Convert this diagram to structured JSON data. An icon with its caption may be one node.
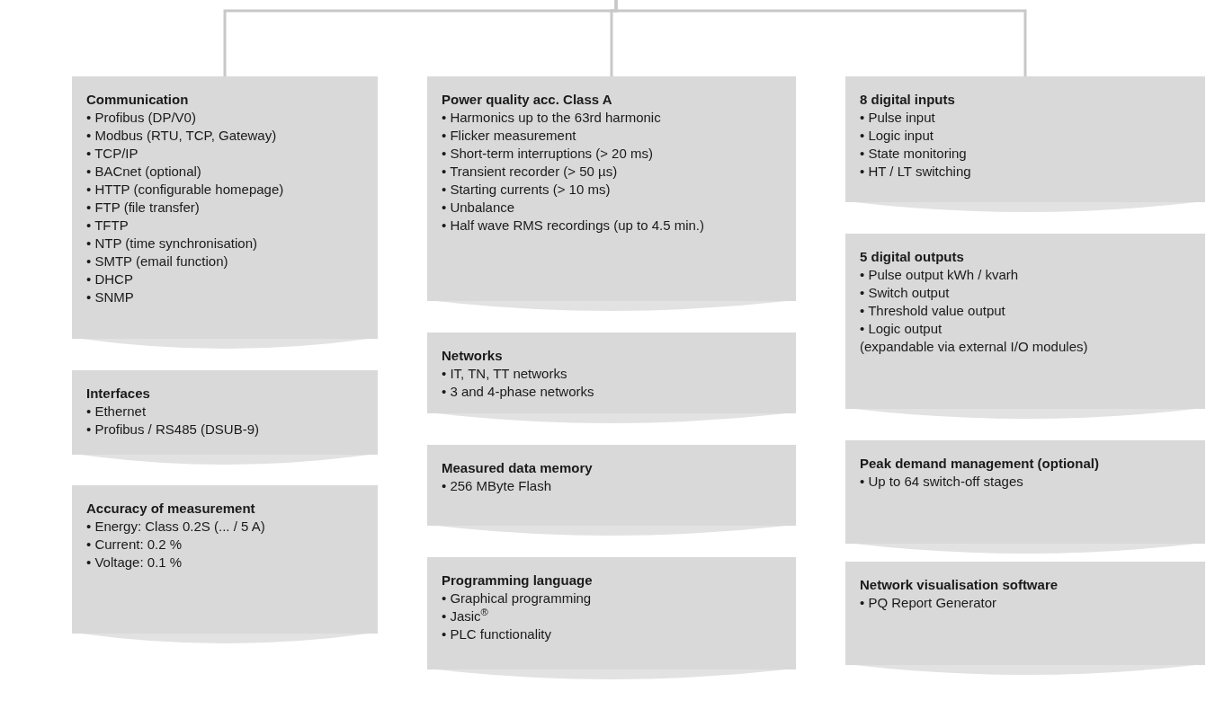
{
  "diagram": {
    "nodes": [
      {
        "text": [
          "Communication",
          "• Profibus (DP/V0)",
          "• Modbus (RTU, TCP, Gateway)",
          "• TCP/IP",
          "• BACnet (optional)",
          "• HTTP (configurable homepage)",
          "• FTP (file transfer)",
          "• TFTP",
          "• NTP (time synchronisation)",
          "• SMTP (email function)",
          "• DHCP",
          "• SNMP"
        ]
      },
      {
        "text": [
          "Interfaces",
          "• Ethernet",
          "• Profibus / RS485 (DSUB-9)"
        ]
      },
      {
        "text": [
          "Accuracy of measurement",
          "• Energy: Class 0.2S (... / 5 A)",
          "• Current: 0.2 %",
          "• Voltage: 0.1 %"
        ]
      },
      {
        "text": [
          "Power quality acc. Class A",
          "• Harmonics up to the 63rd harmonic",
          "• Flicker measurement",
          "• Short-term interruptions (> 20 ms)",
          "• Transient recorder (> 50 µs)",
          "• Starting currents (> 10 ms)",
          "• Unbalance",
          "• Half wave RMS recordings (up to 4.5 min.)"
        ]
      },
      {
        "text": [
          "Networks",
          "• IT, TN, TT networks",
          "• 3 and 4-phase networks"
        ]
      },
      {
        "text": [
          "Measured data memory",
          "• 256 MByte Flash"
        ]
      },
      {
        "text": [
          "Programming language",
          "• Graphical programming",
          "• Jasic$^{®}$",
          "• PLC functionality"
        ]
      },
      {
        "text": [
          "8 digital inputs",
          "• Pulse input",
          "• Logic input",
          "• State monitoring",
          "• HT / LT switching"
        ]
      },
      {
        "text": [
          "5 digital outputs",
          "• Pulse output kWh / kvarh",
          "• Switch output",
          "• Threshold value output",
          "• Logic output",
          "(expandable via external I/O modules)"
        ]
      },
      {
        "text": [
          "Peak demand management (optional)",
          "• Up to 64 switch-off stages"
        ]
      },
      {
        "text": [
          "Network visualisation software",
          "• PQ Report Generator"
        ]
      }
    ],
    "edges": [
      {
        "from": null,
        "to": 0,
        "arrow": "none"
      },
      {
        "from": null,
        "to": 3,
        "arrow": "none"
      },
      {
        "from": null,
        "to": 7,
        "arrow": "none"
      }
    ]
  }
}
